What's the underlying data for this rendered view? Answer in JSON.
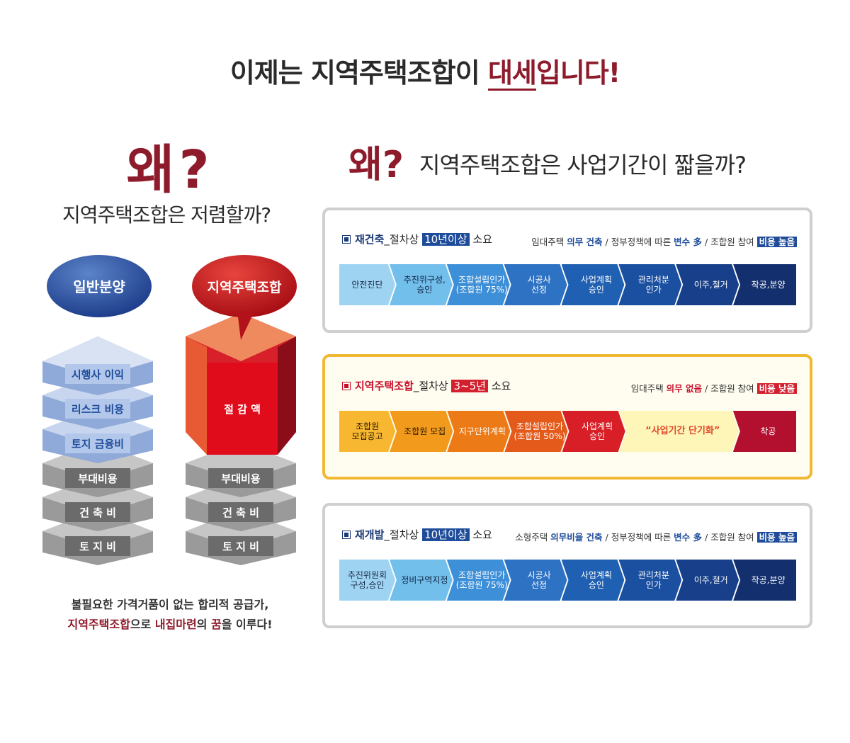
{
  "headline": {
    "prefix": "이제는 지역주택조합이 ",
    "accent_underlined": "대세",
    "accent_rest": "입니다!"
  },
  "left": {
    "why": "왜?",
    "question": "지역주택조합은 저렴할까?",
    "stack_general": {
      "bubble": "일반분양",
      "layers_light": [
        "시행사 이익",
        "리스크 비용",
        "토지 금융비"
      ],
      "layers_gray": [
        "부대비용",
        "건 축 비",
        "토 지 비"
      ]
    },
    "stack_coop": {
      "bubble": "지역주택조합",
      "savings": "절 감 액",
      "layers_gray": [
        "부대비용",
        "건 축 비",
        "토 지 비"
      ]
    },
    "note_line1": "불필요한 가격거품이 없는 합리적 공급가,",
    "note_line2": {
      "a": "지역주택조합",
      "b": "으로 ",
      "c": "내집마련",
      "d": "의 ",
      "e": "꿈",
      "f": "을 이루다!"
    }
  },
  "right": {
    "why": "왜?",
    "question": "지역주택조합은 사업기간이 짧을까?",
    "panels": [
      {
        "title": "재건축",
        "mid": "_절차상 ",
        "period": "10년이상",
        "suffix": " 소요",
        "info": {
          "a": "임대주택 ",
          "b": "의무 건축",
          "c": " / 정부정책에 따른 ",
          "d": "변수 多",
          "e": " / 조합원 참여 ",
          "f": "비용 높음"
        },
        "steps": [
          "안전진단",
          "추진위구성,\n승인",
          "조합설립인가\n(조합원 75%)",
          "시공사\n선정",
          "사업계획\n승인",
          "관리처분\n인가",
          "이주,철거",
          "착공,분양"
        ]
      },
      {
        "title": "지역주택조합",
        "mid": "_절차상 ",
        "period": "3~5년",
        "suffix": " 소요",
        "info": {
          "a": "임대주택 ",
          "b": "의무 없음",
          "c": " / 조합원 참여 ",
          "f": "비용 낮음"
        },
        "steps": [
          "조합원\n모집공고",
          "조합원 모집",
          "지구단위계획",
          "조합설립인가\n(조합원 50%)",
          "사업계획\n승인",
          "“사업기간 단기화”",
          "착공"
        ]
      },
      {
        "title": "재개발",
        "mid": "_절차상 ",
        "period": "10년이상",
        "suffix": " 소요",
        "info": {
          "a": "소형주택 ",
          "b": "의무비율 건축",
          "c": " / 정부정책에 따른 ",
          "d": "변수 多",
          "e": " / 조합원 참여 ",
          "f": "비용 높음"
        },
        "steps": [
          "추진위원회\n구성,승인",
          "정비구역지정",
          "조합설립인가\n(조합원 75%)",
          "시공사\n선정",
          "사업계획\n승인",
          "관리처분\n인가",
          "이주,철거",
          "착공,분양"
        ]
      }
    ]
  },
  "colors": {
    "accent": "#8e1b2c",
    "navy": "#1b3a77",
    "blue_tag": "#1e4c9a",
    "red_tag": "#d2202f",
    "panel_highlight_border": "#f1b833"
  }
}
